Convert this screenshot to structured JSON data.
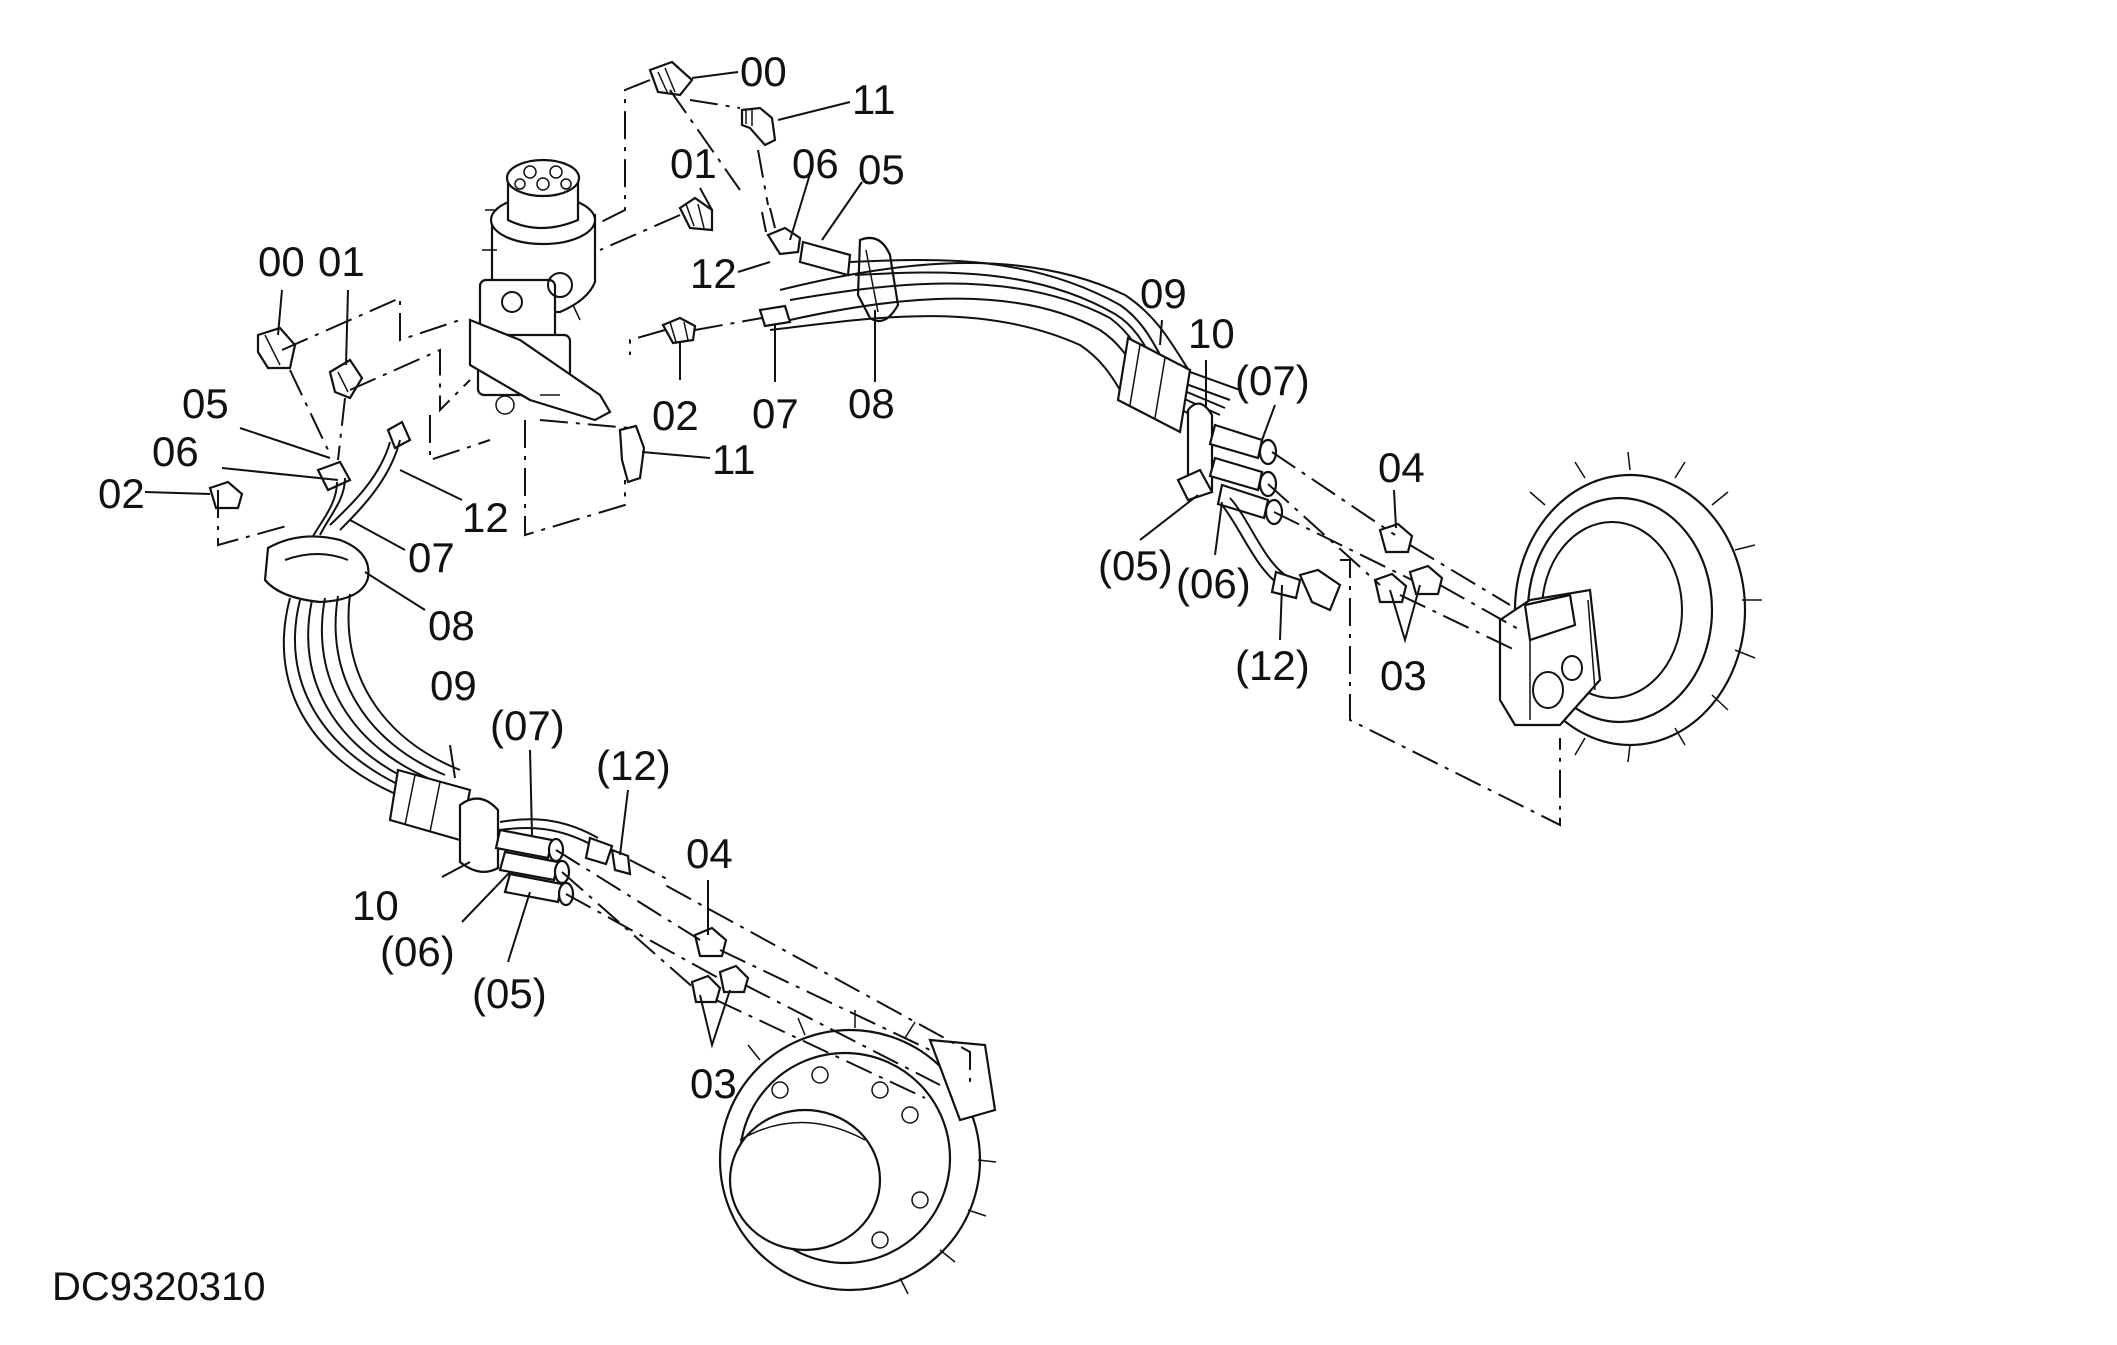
{
  "drawing_code": "DC9320310",
  "callouts": [
    {
      "id": "c-00-top",
      "text": "00"
    },
    {
      "id": "c-11-top",
      "text": "11"
    },
    {
      "id": "c-01-top",
      "text": "01"
    },
    {
      "id": "c-06-top",
      "text": "06"
    },
    {
      "id": "c-05-top",
      "text": "05"
    },
    {
      "id": "c-12-top",
      "text": "12"
    },
    {
      "id": "c-02-mid",
      "text": "02"
    },
    {
      "id": "c-07-mid",
      "text": "07"
    },
    {
      "id": "c-08-mid",
      "text": "08"
    },
    {
      "id": "c-09-right",
      "text": "09"
    },
    {
      "id": "c-10-right",
      "text": "10"
    },
    {
      "id": "c-07p-right",
      "text": "(07)"
    },
    {
      "id": "c-04-right",
      "text": "04"
    },
    {
      "id": "c-05p-right",
      "text": "(05)"
    },
    {
      "id": "c-06p-right",
      "text": "(06)"
    },
    {
      "id": "c-12p-right",
      "text": "(12)"
    },
    {
      "id": "c-03-right",
      "text": "03"
    },
    {
      "id": "c-00-left",
      "text": "00"
    },
    {
      "id": "c-01-left",
      "text": "01"
    },
    {
      "id": "c-05-left",
      "text": "05"
    },
    {
      "id": "c-06-left",
      "text": "06"
    },
    {
      "id": "c-02-left",
      "text": "02"
    },
    {
      "id": "c-11-left",
      "text": "11"
    },
    {
      "id": "c-12-left",
      "text": "12"
    },
    {
      "id": "c-07-left",
      "text": "07"
    },
    {
      "id": "c-08-left",
      "text": "08"
    },
    {
      "id": "c-09-left",
      "text": "09"
    },
    {
      "id": "c-07p-left",
      "text": "(07)"
    },
    {
      "id": "c-12p-left",
      "text": "(12)"
    },
    {
      "id": "c-04-left",
      "text": "04"
    },
    {
      "id": "c-10-left",
      "text": "10"
    },
    {
      "id": "c-06p-left",
      "text": "(06)"
    },
    {
      "id": "c-05p-left",
      "text": "(05)"
    },
    {
      "id": "c-03-left",
      "text": "03"
    }
  ]
}
